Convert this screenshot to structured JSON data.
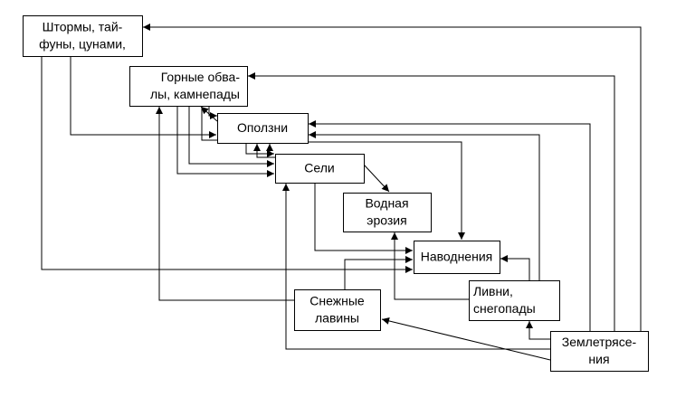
{
  "diagram": {
    "nodes": [
      {
        "id": "storms",
        "lines": [
          "Штормы, тай-",
          "фуны, цунами,"
        ]
      },
      {
        "id": "rockfalls",
        "lines": [
          "Горные обва-",
          "лы, камнепады"
        ]
      },
      {
        "id": "landslides",
        "lines": [
          "Оползни"
        ]
      },
      {
        "id": "mudflows",
        "lines": [
          "Сели"
        ]
      },
      {
        "id": "water_erosion",
        "lines": [
          "Водная",
          "эрозия"
        ]
      },
      {
        "id": "floods",
        "lines": [
          "Наводнения"
        ]
      },
      {
        "id": "rains",
        "lines": [
          "Ливни,",
          "снегопады"
        ]
      },
      {
        "id": "avalanches",
        "lines": [
          "Снежные",
          "лавины"
        ]
      },
      {
        "id": "earthquake",
        "lines": [
          "Землетрясе-",
          "ния"
        ]
      }
    ],
    "edges": [
      {
        "from": "earthquake",
        "to": "storms"
      },
      {
        "from": "earthquake",
        "to": "rockfalls"
      },
      {
        "from": "earthquake",
        "to": "landslides"
      },
      {
        "from": "earthquake",
        "to": "avalanches"
      },
      {
        "from": "earthquake",
        "to": "mudflows"
      },
      {
        "from": "earthquake",
        "to": "rains"
      },
      {
        "from": "storms",
        "to": "landslides"
      },
      {
        "from": "storms",
        "to": "floods"
      },
      {
        "from": "rains",
        "to": "landslides"
      },
      {
        "from": "rains",
        "to": "floods"
      },
      {
        "from": "rains",
        "to": "water_erosion"
      },
      {
        "from": "landslides",
        "to": "rockfalls"
      },
      {
        "from": "landslides",
        "to": "floods"
      },
      {
        "from": "mudflows",
        "to": "landslides"
      },
      {
        "from": "mudflows",
        "to": "water_erosion"
      },
      {
        "from": "mudflows",
        "to": "floods"
      },
      {
        "from": "rockfalls",
        "to": "landslides"
      },
      {
        "from": "rockfalls",
        "to": "mudflows"
      },
      {
        "from": "avalanches",
        "to": "rockfalls"
      },
      {
        "from": "avalanches",
        "to": "floods"
      }
    ]
  }
}
